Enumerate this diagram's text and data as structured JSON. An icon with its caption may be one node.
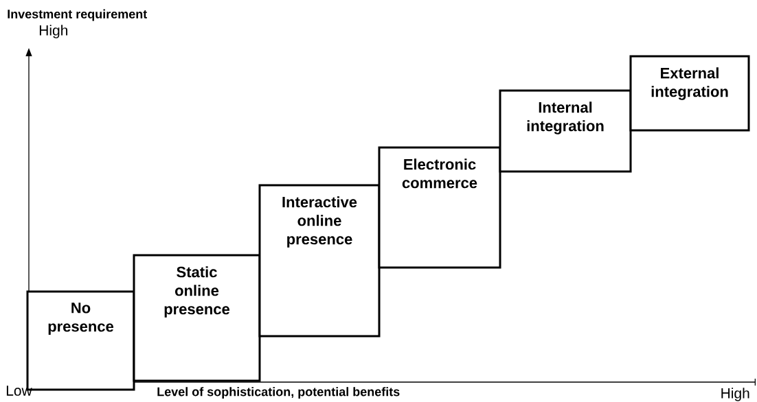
{
  "diagram": {
    "nodes": [
      {
        "text": [
          "No presence"
        ]
      },
      {
        "text": [
          "Static online presence"
        ]
      },
      {
        "text": [
          "Interactive online presence"
        ]
      },
      {
        "text": [
          "Electronic commerce"
        ]
      },
      {
        "text": [
          "Internal integration"
        ]
      },
      {
        "text": [
          "External integration"
        ]
      }
    ],
    "labels": [
      "Investment requirement",
      "High",
      "Low",
      "Level of sophistication, potential benefits",
      "High"
    ]
  }
}
